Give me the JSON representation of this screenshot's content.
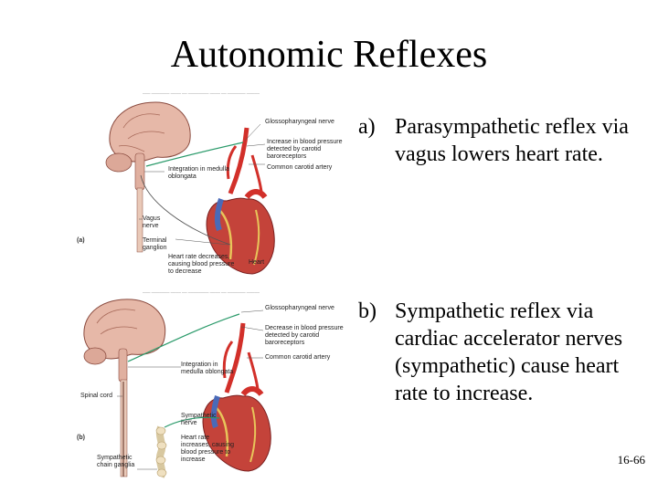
{
  "slide": {
    "title": "Autonomic Reflexes",
    "number": "16-66"
  },
  "points": [
    {
      "marker": "a)",
      "text": "Parasympathetic reflex via vagus lowers heart rate."
    },
    {
      "marker": "b)",
      "text": "Sympathetic reflex via cardiac accelerator nerves (sympathetic) cause heart rate to increase."
    }
  ],
  "figure_a": {
    "panel": "(a)",
    "labels": {
      "glossopharyngeal": "Glossopharyngeal nerve",
      "increase_bp": "Increase in blood pressure detected by carotid baroreceptors",
      "integration": "Integration in medulla oblongata",
      "carotid": "Common carotid artery",
      "vagus": "Vagus nerve",
      "terminal": "Terminal ganglion",
      "heart_rate": "Heart rate decreases, causing blood pressure to decrease",
      "heart": "Heart"
    }
  },
  "figure_b": {
    "panel": "(b)",
    "labels": {
      "glossopharyngeal": "Glossopharyngeal nerve",
      "decrease_bp": "Decrease in blood pressure detected by carotid baroreceptors",
      "carotid": "Common carotid artery",
      "integration": "Integration in medulla oblongata",
      "spinal": "Spinal cord",
      "sympathetic": "Sympathetic nerve",
      "heart_rate": "Heart rate increases, causing blood pressure to increase",
      "chain": "Sympathetic chain ganglia"
    }
  },
  "colors": {
    "brain": "#e6b8a8",
    "brain_outline": "#8a4a3e",
    "artery": "#d2302a",
    "heart_muscle": "#c4433a",
    "heart_vessel_blue": "#4a6ab8",
    "heart_fat": "#e8c55a",
    "nerve": "#2a9a6a",
    "spine": "#e8d8b8"
  }
}
